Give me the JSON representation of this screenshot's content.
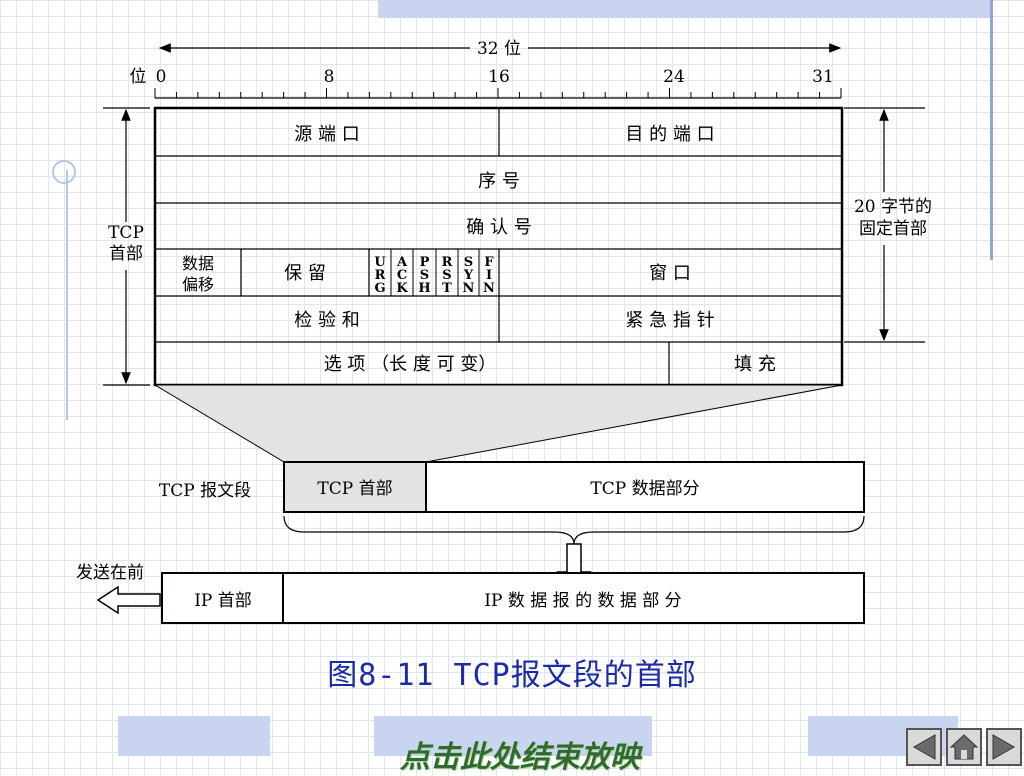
{
  "ruler": {
    "width_label": "32 位",
    "bit_label": "位",
    "ticks": [
      "0",
      "8",
      "16",
      "24",
      "31"
    ]
  },
  "header": {
    "src_port": "源 端 口",
    "dst_port": "目 的 端 口",
    "seq": "序 号",
    "ack_num": "确 认 号",
    "data_offset": [
      "数据",
      "偏移"
    ],
    "reserved": "保 留",
    "flags": [
      [
        "U",
        "R",
        "G"
      ],
      [
        "A",
        "C",
        "K"
      ],
      [
        "P",
        "S",
        "H"
      ],
      [
        "R",
        "S",
        "T"
      ],
      [
        "S",
        "Y",
        "N"
      ],
      [
        "F",
        "I",
        "N"
      ]
    ],
    "window": "窗 口",
    "checksum": "检 验 和",
    "urgent_ptr": "紧 急 指 针",
    "options": "选 项 （长 度 可 变）",
    "padding": "填 充"
  },
  "side_labels": {
    "tcp_header": [
      "TCP",
      "首部"
    ],
    "fixed_header": [
      "20 字节的",
      "固定首部"
    ]
  },
  "segment": {
    "label": "TCP 报文段",
    "header_box": "TCP 首部",
    "data_box": "TCP 数据部分"
  },
  "ip": {
    "send_first": "发送在前",
    "header_box": "IP 首部",
    "data_box": "IP 数 据 报 的 数 据 部 分"
  },
  "figure_title": "图8-11   TCP报文段的首部",
  "end_show": "点击此处结束放映",
  "nav": {
    "icons": [
      "prev-icon",
      "home-icon",
      "next-icon"
    ]
  },
  "colors": {
    "title": "#1b2aa8",
    "end_show": "#2f6b2f",
    "shade": "#e3e3e3",
    "grid": "#dfe5f3"
  }
}
